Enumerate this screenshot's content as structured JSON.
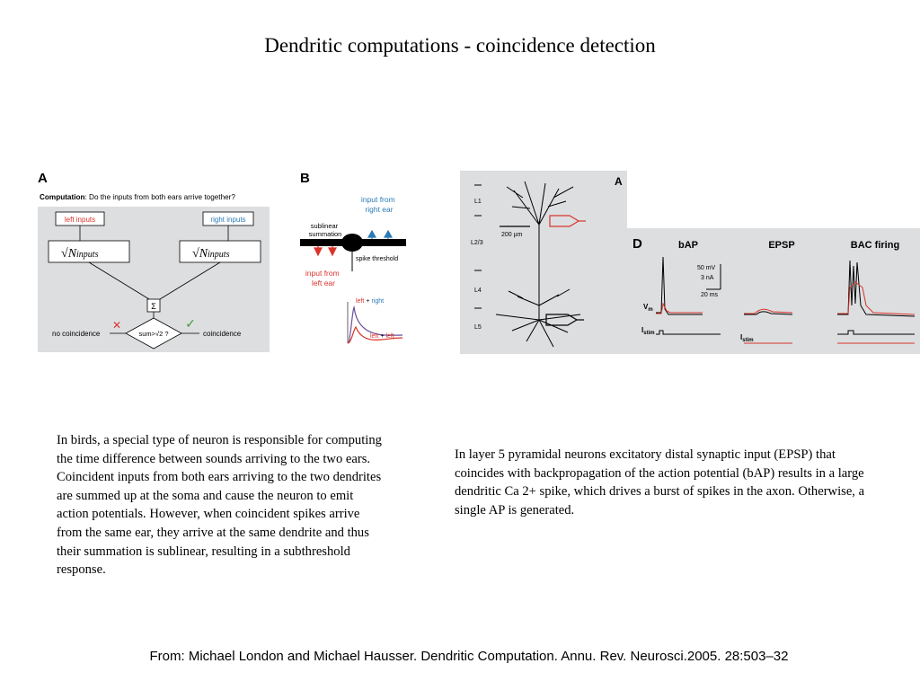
{
  "slide": {
    "title": "Dendritic computations  - coincidence detection",
    "paragraph_birds": "In birds, a special type of neuron is responsible for computing the time difference between sounds arriving to the two ears. Coincident inputs from both ears arriving to the two dendrites are summed up at the soma and cause the neuron to emit action potentials. However, when coincident spikes arrive from the same ear, they arrive at the same dendrite and thus their summation is sublinear, resulting in a subthreshold response.",
    "paragraph_layer5": "In layer 5 pyramidal neurons excitatory distal synaptic input (EPSP) that coincides with backpropagation of the action potential (bAP) results in a large dendritic Ca 2+ spike, which drives a burst of spikes in the axon. Otherwise, a single AP is generated.",
    "source": "From: Michael London and Michael Hausser. Dendritic Computation. Annu. Rev. Neurosci.2005. 28:503–32"
  },
  "figure_a": {
    "panel_letter": "A",
    "computation_label": "Computation",
    "computation_question": ": Do the inputs from both ears arrive together?",
    "left_inputs": "left inputs",
    "right_inputs": "right inputs",
    "sqrt_symbol": "√",
    "n_inputs": "N",
    "n_inputs_sub": "inputs",
    "sigma": "Σ",
    "no_coincidence": "no coincidence",
    "coincidence": "coincidence",
    "decision": "sum>√2 ?",
    "cross": "✕",
    "check": "✓"
  },
  "figure_b": {
    "panel_letter": "B",
    "input_right": [
      "input from",
      "right ear"
    ],
    "sublinear": [
      "sublinear",
      "summation"
    ],
    "spike_threshold": "spike threshold",
    "input_left": [
      "input from",
      "left ear"
    ],
    "trace_top_left": "left",
    "trace_top_plus": "+",
    "trace_top_right": "right",
    "trace_bottom_left": "left",
    "trace_bottom_plus": "+",
    "trace_bottom_right": "left"
  },
  "figure_neuron": {
    "panel_letter": "A",
    "layers": [
      "L1",
      "L2/3",
      "L4",
      "L5"
    ],
    "scale_bar": "200 µm"
  },
  "figure_d": {
    "panel_letter": "D",
    "columns": [
      "bAP",
      "EPSP",
      "BAC firing"
    ],
    "scale_mv": "50 mV",
    "scale_na": "3 nA",
    "scale_ms": "20 ms",
    "vm": "V",
    "vm_sub": "m",
    "istim": "I",
    "istim_sub": "stim"
  },
  "colors": {
    "panel_bg": "#dcdee0",
    "red": "#d9342b",
    "blue": "#2a7bb6",
    "green": "#3a9a3a"
  }
}
